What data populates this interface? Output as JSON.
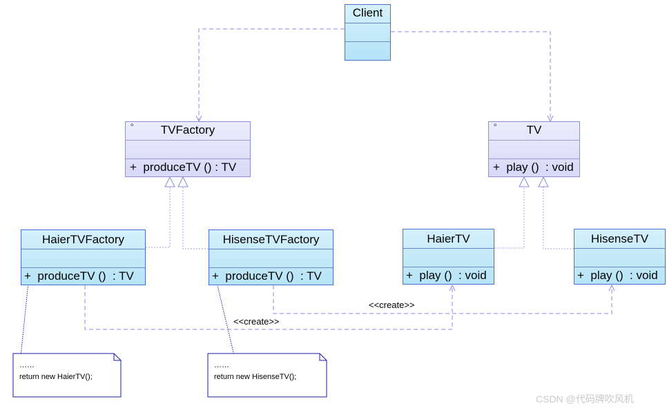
{
  "classes": {
    "client": {
      "name": "Client"
    },
    "tvfactory": {
      "stereo_icon": "interface-icon",
      "stereo_glyph": "⚬",
      "name": "TVFactory",
      "op": "+  produceTV () : TV"
    },
    "tv": {
      "stereo_icon": "interface-icon",
      "stereo_glyph": "⚬",
      "name": "TV",
      "op": "+  play ()  : void"
    },
    "haierfactory": {
      "name": "HaierTVFactory",
      "op": "+  produceTV ()  : TV"
    },
    "hisensefactory": {
      "name": "HisenseTVFactory",
      "op": "+  produceTV ()  : TV"
    },
    "haiertv": {
      "name": "HaierTV",
      "op": "+  play ()  : void"
    },
    "hisensetv": {
      "name": "HisenseTV",
      "op": "+  play ()  : void"
    }
  },
  "labels": {
    "create1": "<<create>>",
    "create2": "<<create>>"
  },
  "notes": {
    "haier": {
      "line1": "……",
      "line2": "return new HaierTV();"
    },
    "hisense": {
      "line1": "……",
      "line2": "return new HisenseTV();"
    }
  },
  "watermark": "CSDN @代码牌吹风机",
  "colors": {
    "dependency": "#8a8ae8",
    "realization": "#a0a0e0",
    "note_anchor": "#1a1aa0"
  }
}
